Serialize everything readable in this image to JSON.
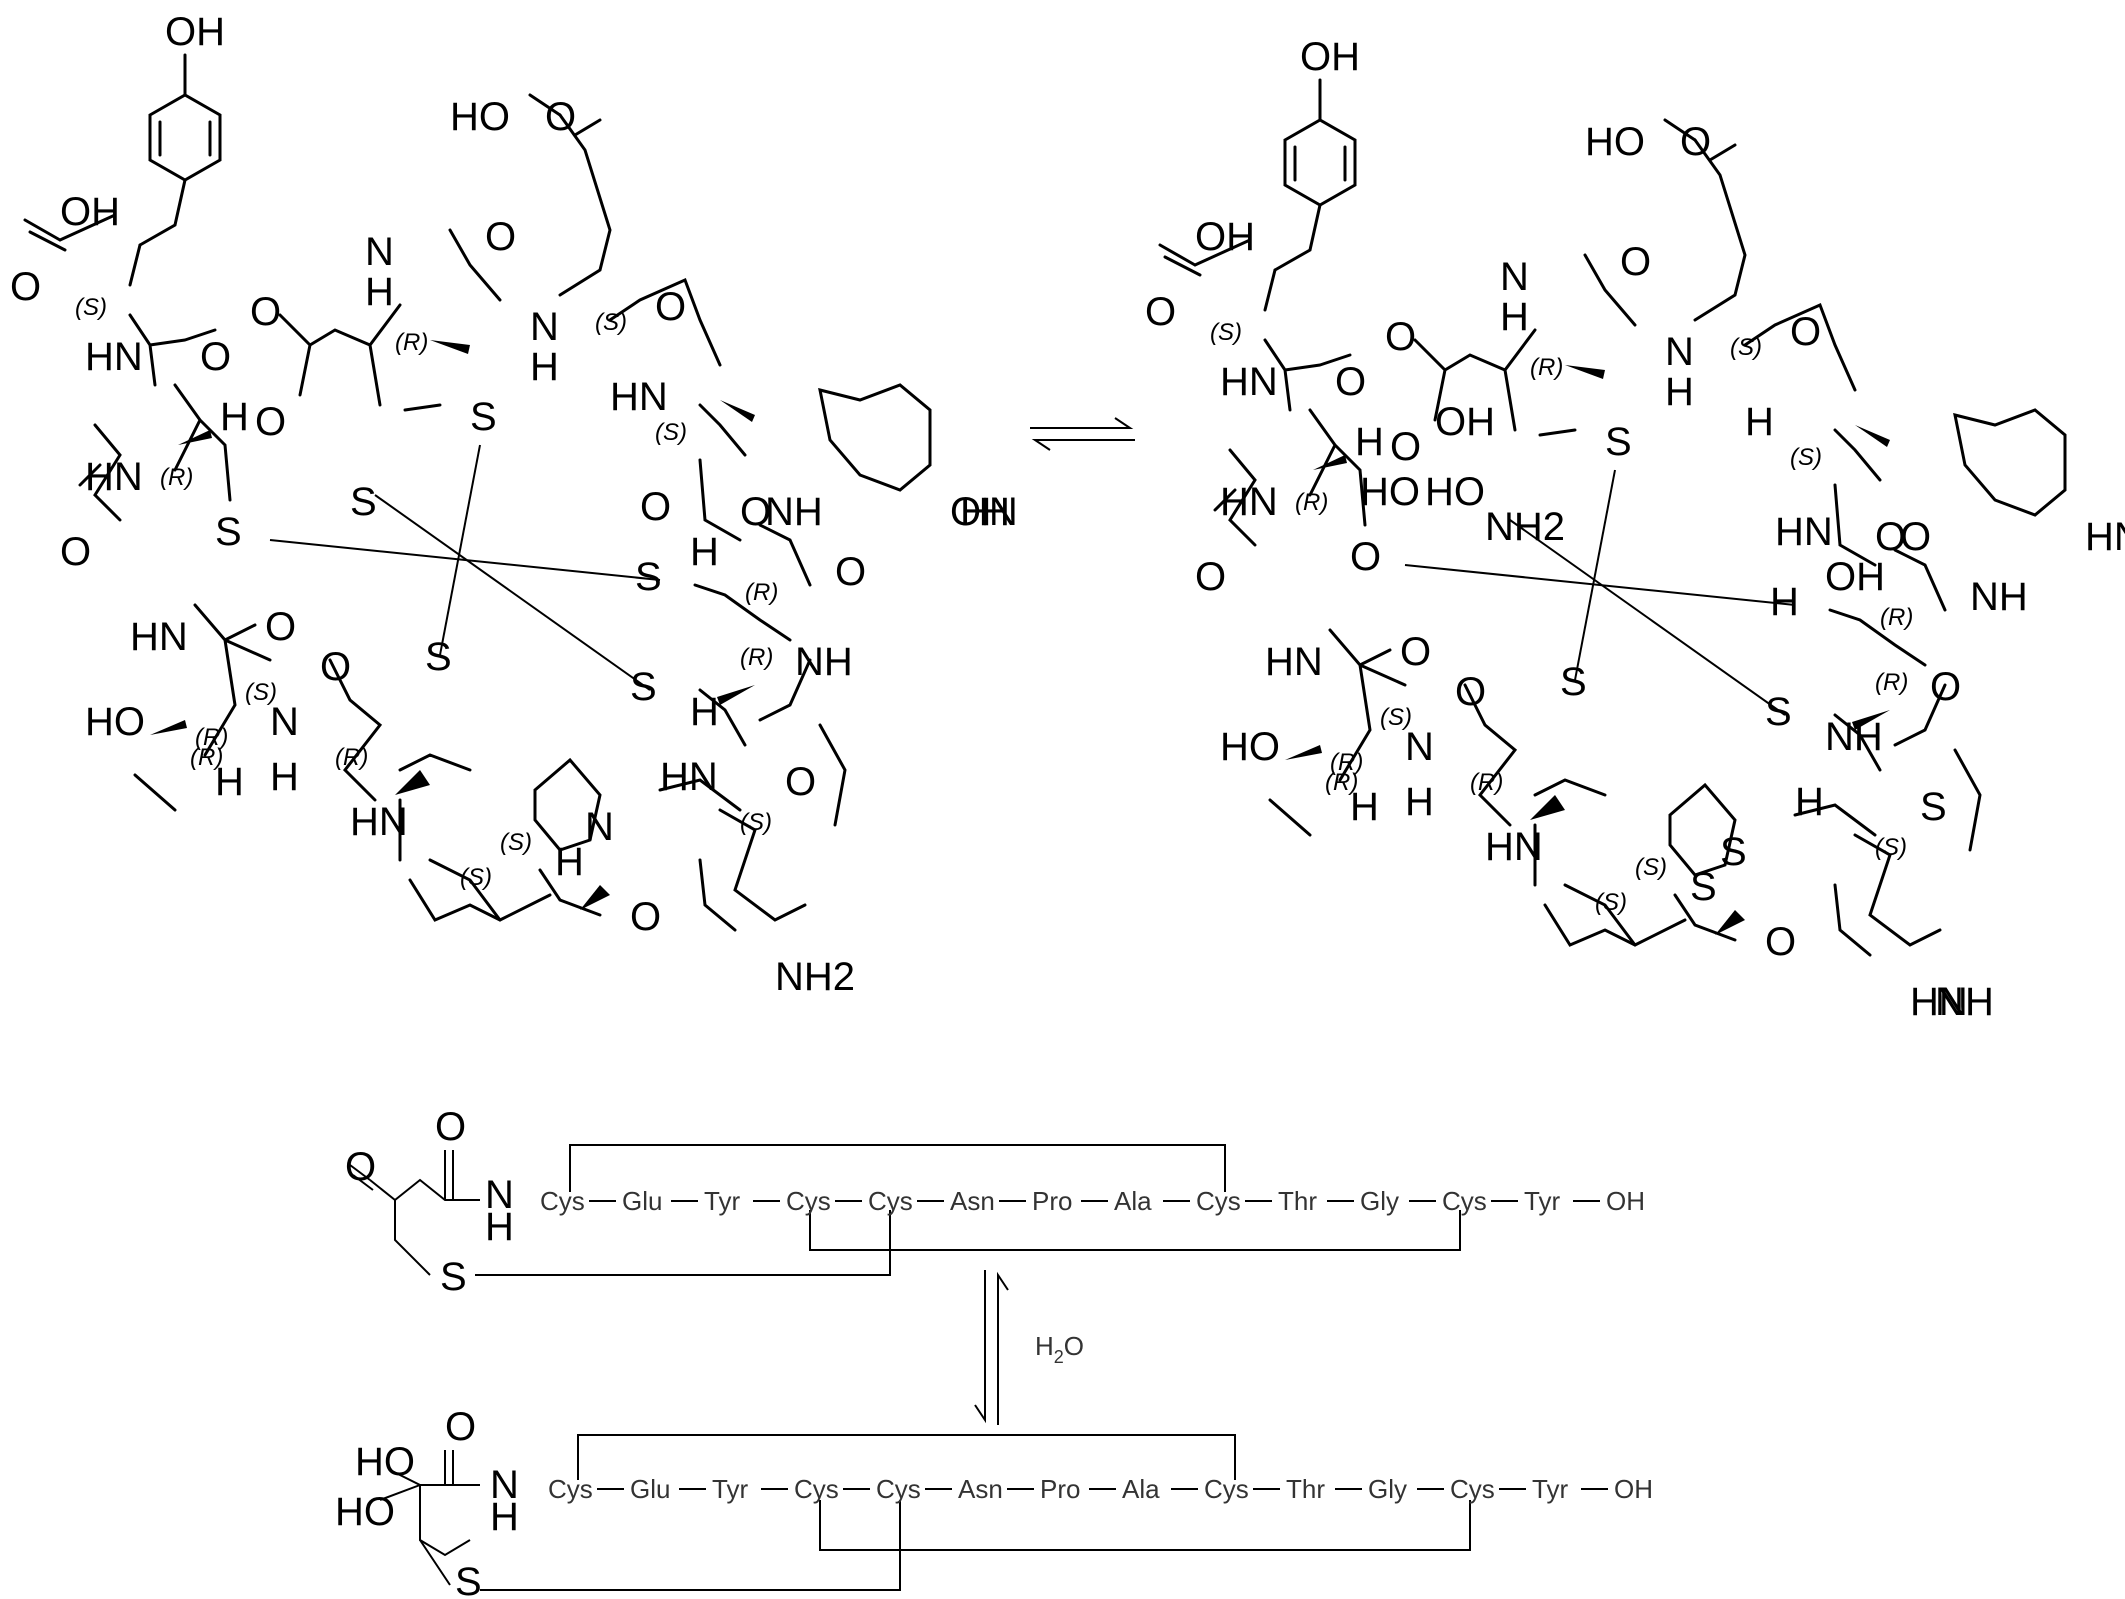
{
  "structure_left": {
    "atoms": [
      "OH",
      "OH",
      "O",
      "HN",
      "O",
      "H",
      "HN",
      "O",
      "HN",
      "O",
      "HO",
      "H",
      "N",
      "H",
      "O",
      "HN",
      "O",
      "O",
      "N",
      "H",
      "O",
      "N",
      "H",
      "O",
      "HN",
      "O",
      "HO",
      "O",
      "HN",
      "O",
      "OH",
      "NH",
      "H",
      "O",
      "S",
      "NH",
      "S",
      "H",
      "O",
      "HN",
      "O",
      "NH2",
      "S",
      "S",
      "S",
      "S",
      "N",
      "H"
    ],
    "stereo": [
      "(S)",
      "(R)",
      "(S)",
      "(R)",
      "(R)",
      "(S)",
      "(S)",
      "(R)",
      "(S)",
      "(S)",
      "(S)",
      "(R)",
      "(R)",
      "(R)"
    ]
  },
  "structure_right": {
    "atoms": [
      "OH",
      "OH",
      "O",
      "HN",
      "O",
      "H",
      "HN",
      "O",
      "HN",
      "O",
      "HO",
      "H",
      "N",
      "H",
      "O",
      "HN",
      "O",
      "O",
      "HO",
      "OH",
      "HO",
      "H",
      "N",
      "H",
      "O",
      "N",
      "H",
      "O",
      "HN",
      "O",
      "HO",
      "O",
      "HN",
      "O",
      "OH",
      "NH",
      "H",
      "O",
      "S",
      "NH",
      "S",
      "H",
      "O",
      "HN",
      "O",
      "NH2",
      "S",
      "S",
      "S",
      "S",
      "N",
      "H"
    ],
    "stereo": [
      "(S)",
      "(R)",
      "(S)",
      "(R)",
      "(R)",
      "(S)",
      "(S)",
      "(R)",
      "(S)",
      "(S)",
      "(S)",
      "(R)",
      "(R)",
      "(R)"
    ]
  },
  "sequence_top": {
    "residues": [
      "Cys",
      "Glu",
      "Tyr",
      "Cys",
      "Cys",
      "Asn",
      "Pro",
      "Ala",
      "Cys",
      "Thr",
      "Gly",
      "Cys",
      "Tyr",
      "OH"
    ],
    "atoms": [
      "O",
      "O",
      "N",
      "H",
      "S"
    ]
  },
  "sequence_bottom": {
    "residues": [
      "Cys",
      "Glu",
      "Tyr",
      "Cys",
      "Cys",
      "Asn",
      "Pro",
      "Ala",
      "Cys",
      "Thr",
      "Gly",
      "Cys",
      "Tyr",
      "OH"
    ],
    "atoms": [
      "O",
      "HO",
      "HO",
      "N",
      "H",
      "S"
    ]
  },
  "equilibrium_label": "H2O"
}
